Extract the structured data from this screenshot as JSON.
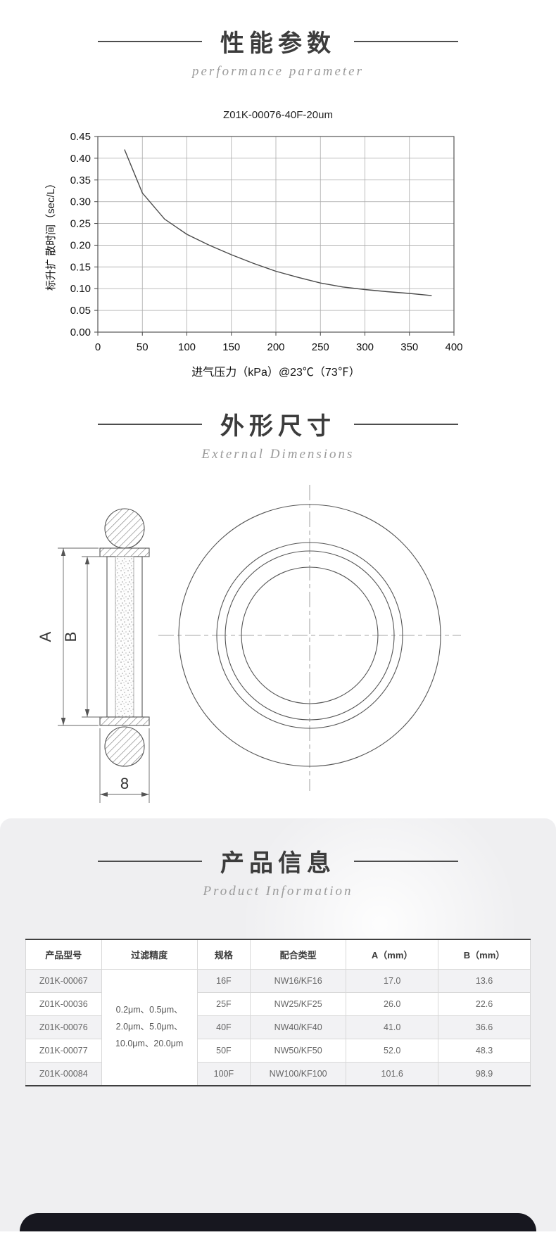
{
  "sections": {
    "performance": {
      "title": "性能参数",
      "subtitle": "performance parameter"
    },
    "dimensions": {
      "title": "外形尺寸",
      "subtitle": "External Dimensions"
    },
    "product": {
      "title": "产品信息",
      "subtitle": "Product Information"
    }
  },
  "chart_data": {
    "type": "line",
    "title": "Z01K-00076-40F-20um",
    "xlabel": "进气压力（kPa）@23℃（73℉）",
    "ylabel": "标升扩 散时间（sec/L）",
    "xlim": [
      0,
      400
    ],
    "ylim": [
      0,
      0.45
    ],
    "xticks": [
      0,
      50,
      100,
      150,
      200,
      250,
      300,
      350,
      400
    ],
    "yticks": [
      0,
      0.05,
      0.1,
      0.15,
      0.2,
      0.25,
      0.3,
      0.35,
      0.4,
      0.45
    ],
    "grid": true,
    "legend_position": "none",
    "line_color": "#4a4a4a",
    "x": [
      30,
      50,
      75,
      100,
      125,
      150,
      175,
      200,
      225,
      250,
      275,
      300,
      325,
      350,
      375
    ],
    "y": [
      0.42,
      0.32,
      0.26,
      0.225,
      0.2,
      0.178,
      0.158,
      0.14,
      0.126,
      0.113,
      0.104,
      0.098,
      0.093,
      0.089,
      0.084
    ]
  },
  "drawing": {
    "dim_a": "A",
    "dim_b": "B",
    "dim_width": "8"
  },
  "table": {
    "headers": [
      "产品型号",
      "过滤精度",
      "规格",
      "配合类型",
      "A（mm）",
      "B（mm）"
    ],
    "filter_precision": "0.2μm、0.5μm、\n2.0μm、5.0μm、\n10.0μm、20.0μm",
    "rows": [
      {
        "model": "Z01K-00067",
        "spec": "16F",
        "mate": "NW16/KF16",
        "a": "17.0",
        "b": "13.6"
      },
      {
        "model": "Z01K-00036",
        "spec": "25F",
        "mate": "NW25/KF25",
        "a": "26.0",
        "b": "22.6"
      },
      {
        "model": "Z01K-00076",
        "spec": "40F",
        "mate": "NW40/KF40",
        "a": "41.0",
        "b": "36.6"
      },
      {
        "model": "Z01K-00077",
        "spec": "50F",
        "mate": "NW50/KF50",
        "a": "52.0",
        "b": "48.3"
      },
      {
        "model": "Z01K-00084",
        "spec": "100F",
        "mate": "NW100/KF100",
        "a": "101.6",
        "b": "98.9"
      }
    ]
  }
}
